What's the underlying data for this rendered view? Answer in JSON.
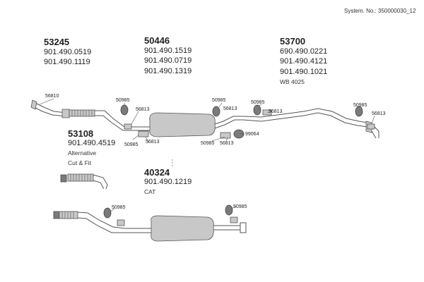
{
  "system_no": "System. No.: 350000030_12",
  "groups": [
    {
      "title": "53245",
      "parts": [
        "901.490.0519",
        "901.490.1119"
      ]
    },
    {
      "title": "50446",
      "parts": [
        "901.490.1519",
        "901.490.0719",
        "901.490.1319"
      ]
    },
    {
      "title": "53700",
      "parts": [
        "690.490.0221",
        "901.490.4121",
        "901.490.1021"
      ],
      "note": "WB 4025"
    },
    {
      "title": "53108",
      "parts": [
        "901.490.4519"
      ],
      "notes": [
        "Alternative",
        "Cut & Fit"
      ]
    },
    {
      "title": "40324",
      "parts": [
        "901.490.1219"
      ],
      "note": "CAT"
    }
  ],
  "callouts": {
    "c56810": "56810",
    "c50985": "50985",
    "c56813": "56813",
    "c99064": "99064"
  }
}
